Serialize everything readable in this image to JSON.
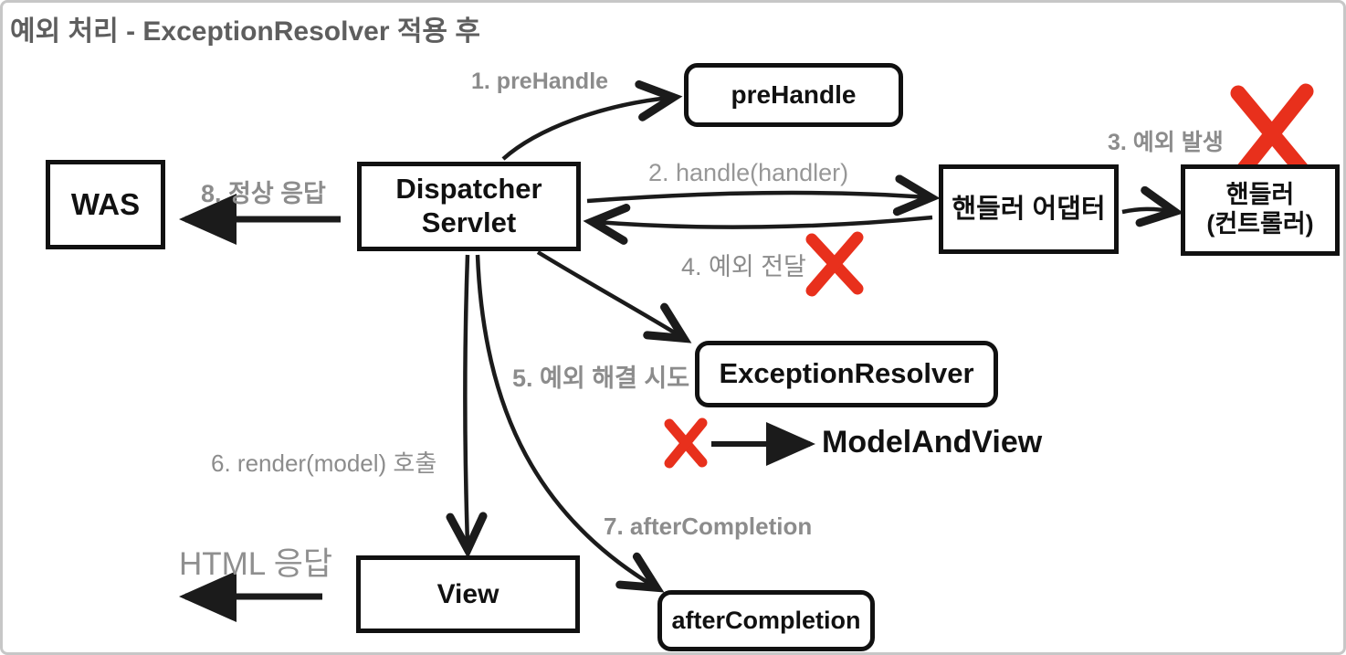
{
  "title": "예외 처리 - ExceptionResolver 적용 후",
  "colors": {
    "title_gray": "#5e5e5e",
    "label_gray": "#8c8c8c",
    "box_border": "#111111",
    "arrow_black": "#1b1b1b",
    "red_x": "#e8301c",
    "frame_gray": "#c7c7c7"
  },
  "nodes": {
    "was": "WAS",
    "dispatcher_line1": "Dispatcher",
    "dispatcher_line2": "Servlet",
    "prehandle": "preHandle",
    "handler_adapter": "핸들러 어댑터",
    "handler_line1": "핸들러",
    "handler_line2": "(컨트롤러)",
    "exception_resolver": "ExceptionResolver",
    "model_and_view": "ModelAndView",
    "view": "View",
    "after_completion": "afterCompletion"
  },
  "labels": {
    "step1": "1. preHandle",
    "step2": "2. handle(handler)",
    "step3": "3. 예외 발생",
    "step4": "4. 예외 전달",
    "step5": "5. 예외 해결 시도",
    "step6": "6. render(model) 호출",
    "step7": "7. afterCompletion",
    "step8": "8. 정상 응답",
    "html_response": "HTML 응답"
  }
}
